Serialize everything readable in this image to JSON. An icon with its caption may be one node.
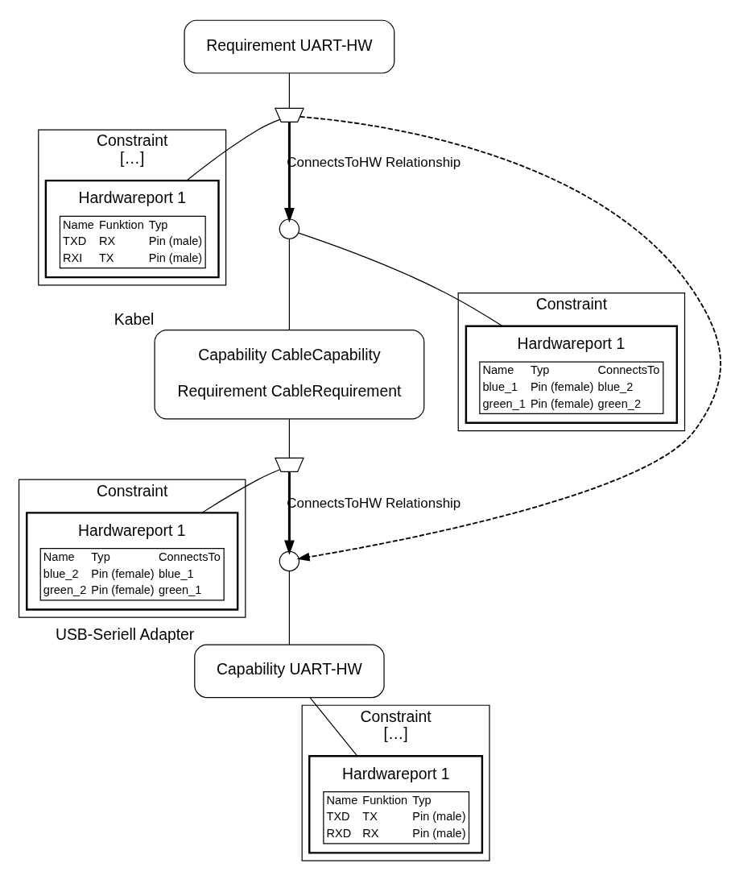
{
  "diagram": {
    "nodes": [
      {
        "text": [
          "Requirement UART-HW"
        ]
      },
      {
        "text": [],
        "shape": "socket"
      },
      {
        "text": [
          "Constraint",
          "[…]"
        ]
      },
      {
        "text": [
          "Hardwareport 1",
          "Name",
          "Funktion",
          "Typ",
          "TXD",
          "RX",
          "Pin (male)",
          "RXI",
          "TX",
          "Pin (male)"
        ],
        "in": 2
      },
      {
        "text": [],
        "shape": "circle"
      },
      {
        "text": [
          "Capability CableCapability",
          "Requirement CableRequirement"
        ],
        "beside": [
          "Kabel"
        ]
      },
      {
        "text": [
          "Constraint"
        ]
      },
      {
        "text": [
          "Hardwareport 1",
          "Name",
          "Typ",
          "ConnectsTo",
          "blue_1",
          "Pin (female)",
          "blue_2",
          "green_1",
          "Pin (female)",
          "green_2"
        ],
        "in": 6
      },
      {
        "text": [],
        "shape": "socket"
      },
      {
        "text": [
          "Constraint"
        ]
      },
      {
        "text": [
          "Hardwareport 1",
          "Name",
          "Typ",
          "ConnectsTo",
          "blue_2",
          "Pin (female)",
          "blue_1",
          "green_2",
          "Pin (female)",
          "green_1"
        ],
        "in": 9
      },
      {
        "text": [],
        "shape": "circle"
      },
      {
        "text": [
          "Capability UART-HW"
        ],
        "beside": [
          "USB-Seriell Adapter"
        ]
      },
      {
        "text": [
          "Constraint",
          "[…]"
        ]
      },
      {
        "text": [
          "Hardwareport 1",
          "Name",
          "Funktion",
          "Typ",
          "TXD",
          "TX",
          "Pin (male)",
          "RXD",
          "RX",
          "Pin (male)"
        ],
        "in": 13
      }
    ],
    "edges": [
      {
        "from": 0,
        "to": 1,
        "arrow": "none"
      },
      {
        "from": 1,
        "to": 4,
        "arrow": "to",
        "label": "ConnectsToHW Relationship",
        "style": "thick"
      },
      {
        "from": 1,
        "to": 11,
        "arrow": "to",
        "style": "dashed"
      },
      {
        "from": 1,
        "to": 3,
        "arrow": "none"
      },
      {
        "from": 4,
        "to": 5,
        "arrow": "none"
      },
      {
        "from": 4,
        "to": 7,
        "arrow": "none"
      },
      {
        "from": 5,
        "to": 8,
        "arrow": "none"
      },
      {
        "from": 8,
        "to": 10,
        "arrow": "none"
      },
      {
        "from": 8,
        "to": 11,
        "arrow": "to",
        "label": "ConnectsToHW Relationship",
        "style": "thick"
      },
      {
        "from": 11,
        "to": 12,
        "arrow": "none"
      },
      {
        "from": 12,
        "to": 14,
        "arrow": "none"
      }
    ]
  }
}
